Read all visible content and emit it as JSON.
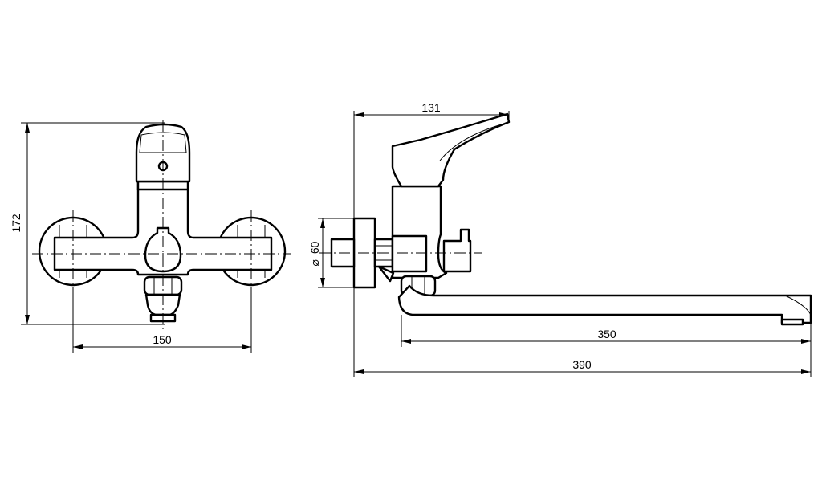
{
  "drawing": {
    "line_color": "#000000",
    "background_color": "#ffffff",
    "dimensions": {
      "front_height": "172",
      "front_width": "150",
      "side_handle_depth": "131",
      "flange_diameter": "60",
      "spout_length": "350",
      "total_depth": "390"
    },
    "diameter_symbol": "⌀"
  }
}
